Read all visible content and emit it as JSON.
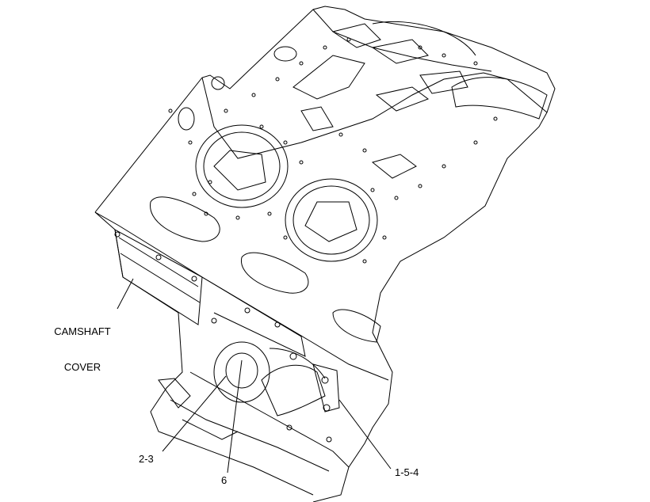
{
  "figure": {
    "description_hidden": false,
    "callouts": {
      "camshaft_cover_line1": "CAMSHAFT",
      "camshaft_cover_line2": "COVER",
      "item_2_3": "2-3",
      "item_6": "6",
      "item_1_5_4": "1-5-4"
    }
  },
  "colors": {
    "line": "#000000",
    "background": "#ffffff"
  }
}
